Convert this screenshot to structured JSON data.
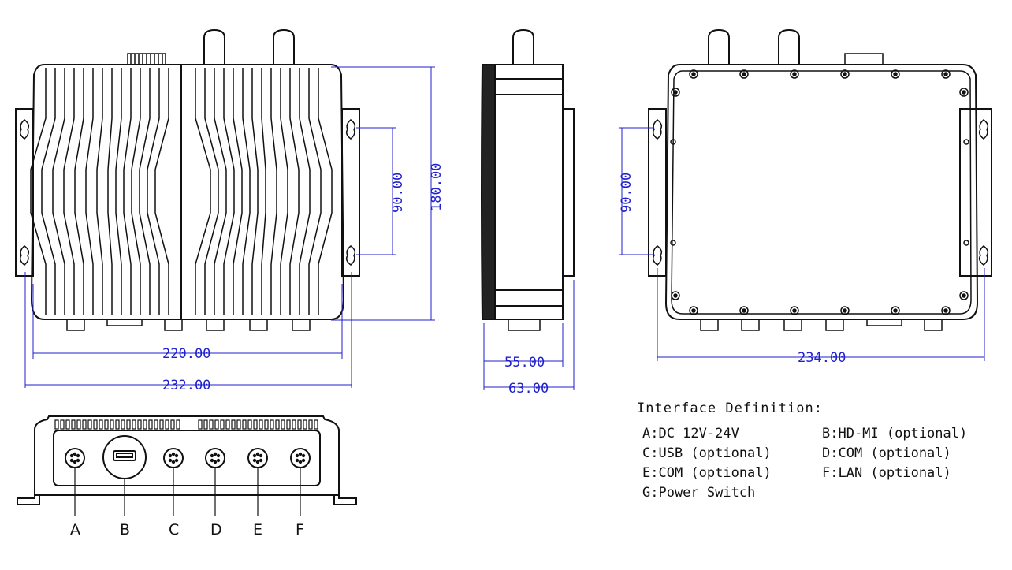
{
  "dimensions": {
    "front_width_inner": "220.00",
    "front_width_outer": "232.00",
    "mount_hole_spacing": "90.00",
    "front_height": "180.00",
    "side_depth_inner": "55.00",
    "side_depth_outer": "63.00",
    "back_width": "234.00",
    "back_hole_spacing": "90.00"
  },
  "ports": [
    "A",
    "B",
    "C",
    "D",
    "E",
    "F"
  ],
  "legend": {
    "title": "Interface Definition:",
    "items": [
      "A:DC 12V-24V",
      "B:HD-MI (optional)",
      "C:USB (optional)",
      "D:COM (optional)",
      "E:COM (optional)",
      "F:LAN (optional)",
      "G:Power Switch"
    ]
  },
  "colors": {
    "line": "#111111",
    "dimension": "#1f1fd0"
  }
}
